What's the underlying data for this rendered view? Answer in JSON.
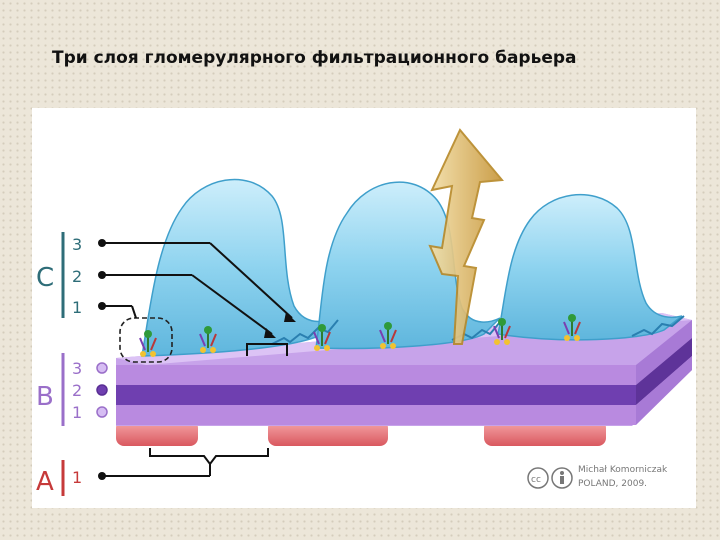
{
  "title": "Три слоя гломерулярного фильтрационного барьера",
  "layers": [
    {
      "letter": "C",
      "color": "#2e6d78",
      "numbers": [
        "3",
        "2",
        "1"
      ]
    },
    {
      "letter": "B",
      "color": "#9a6fc9",
      "numbers": [
        "3",
        "2",
        "1"
      ]
    },
    {
      "letter": "A",
      "color": "#c63a3a",
      "numbers": [
        "1"
      ]
    }
  ],
  "credit": {
    "line1": "Michał Komorniczak",
    "line2": "POLAND, 2009."
  },
  "colors": {
    "podocyte": "#8fd6f0",
    "basement_outer": "#b98ae0",
    "basement_inner": "#6f3fb0",
    "endothelium": "#ec7f84",
    "arrow": "#d3a64a"
  }
}
